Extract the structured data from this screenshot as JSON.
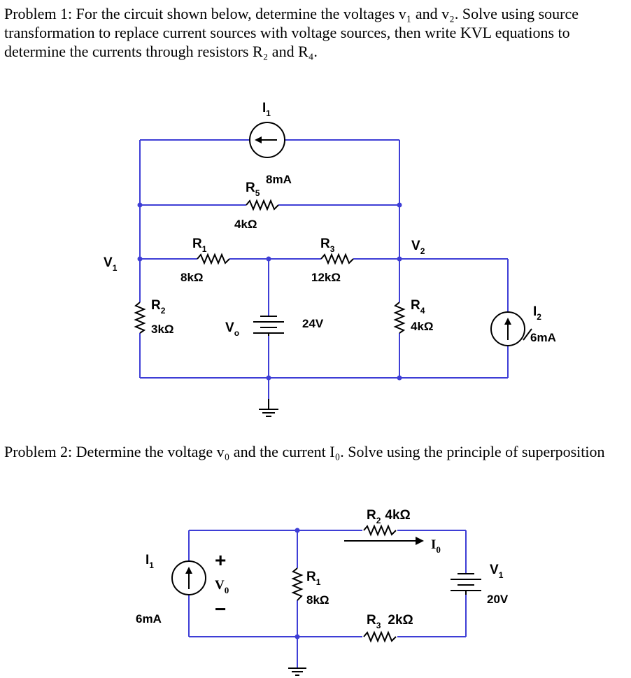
{
  "problem1": {
    "text": "Problem 1: For the circuit shown below, determine the voltages v₁ and v₂. Solve using source transformation to replace current sources with voltage sources, then write KVL equations to determine the currents through resistors R₂ and R₄.",
    "labels": {
      "i1": "I",
      "i1_sub": "1",
      "i1_value": "8mA",
      "r5": "R",
      "r5_sub": "5",
      "r5_value": "4kΩ",
      "v1": "V",
      "v1_sub": "1",
      "r1": "R",
      "r1_sub": "1",
      "r1_value": "8kΩ",
      "r3": "R",
      "r3_sub": "3",
      "r3_value": "12kΩ",
      "v2": "V",
      "v2_sub": "2",
      "r2": "R",
      "r2_sub": "2",
      "r2_value": "3kΩ",
      "vo": "V",
      "vo_sub": "o",
      "battery_value": "24V",
      "r4": "R",
      "r4_sub": "4",
      "r4_value": "4kΩ",
      "i2": "I",
      "i2_sub": "2",
      "i2_value": "6mA"
    }
  },
  "problem2": {
    "text": "Problem 2: Determine the voltage v₀ and the current I₀. Solve using the principle of superposition",
    "labels": {
      "r2": "R",
      "r2_sub": "2",
      "r2_value": "4kΩ",
      "io": "I",
      "io_sub": "0",
      "i1": "I",
      "i1_sub": "1",
      "i1_value": "6mA",
      "plus": "+",
      "minus": "−",
      "vo": "V",
      "vo_sub": "0",
      "r1": "R",
      "r1_sub": "1",
      "r1_value": "8kΩ",
      "v1": "V",
      "v1_sub": "1",
      "v1_value": "20V",
      "r3": "R",
      "r3_sub": "3",
      "r3_value": "2kΩ"
    }
  },
  "colors": {
    "wire": "#3e3ed6",
    "component": "#000000"
  }
}
